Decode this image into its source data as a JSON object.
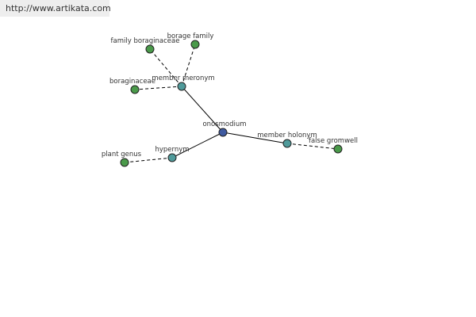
{
  "site": {
    "url_text": "http://www.artikata.com"
  },
  "graph": {
    "colors": {
      "center": "#3f5aa0",
      "relation": "#4f9a9a",
      "leaf": "#4a9a4a",
      "stroke": "#222222",
      "edge": "#000000"
    },
    "nodes": [
      {
        "id": "center",
        "label": "onosmodium",
        "kind": "center"
      },
      {
        "id": "member-meronym",
        "label": "member meronym",
        "kind": "relation"
      },
      {
        "id": "member-holonym",
        "label": "member holonym",
        "kind": "relation"
      },
      {
        "id": "hypernym",
        "label": "hypernym",
        "kind": "relation"
      },
      {
        "id": "family-boraginaceae",
        "label": "family boraginaceae",
        "kind": "leaf"
      },
      {
        "id": "borage-family",
        "label": "borage family",
        "kind": "leaf"
      },
      {
        "id": "boraginaceae",
        "label": "boraginaceae",
        "kind": "leaf"
      },
      {
        "id": "false-gromwell",
        "label": "false gromwell",
        "kind": "leaf"
      },
      {
        "id": "plant-genus",
        "label": "plant genus",
        "kind": "leaf"
      }
    ],
    "edges": [
      {
        "from": "center",
        "to": "member-meronym",
        "style": "solid"
      },
      {
        "from": "center",
        "to": "member-holonym",
        "style": "solid"
      },
      {
        "from": "center",
        "to": "hypernym",
        "style": "solid"
      },
      {
        "from": "member-meronym",
        "to": "family-boraginaceae",
        "style": "dashed"
      },
      {
        "from": "member-meronym",
        "to": "borage-family",
        "style": "dashed"
      },
      {
        "from": "member-meronym",
        "to": "boraginaceae",
        "style": "dashed"
      },
      {
        "from": "member-holonym",
        "to": "false-gromwell",
        "style": "dashed"
      },
      {
        "from": "hypernym",
        "to": "plant-genus",
        "style": "dashed"
      }
    ]
  }
}
